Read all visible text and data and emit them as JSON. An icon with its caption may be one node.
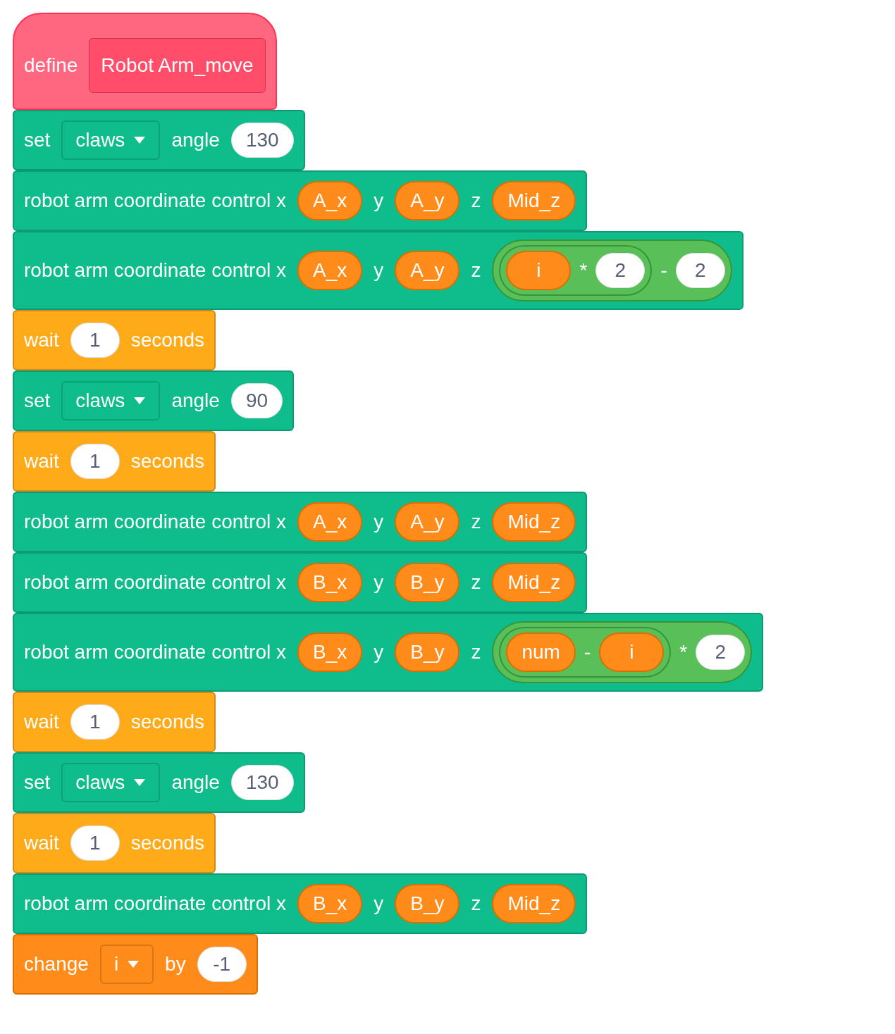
{
  "diagram": {
    "nodes": [
      {
        "text": [
          "define"
        ]
      },
      {
        "text": [
          "Robot Arm_move"
        ],
        "in": 0
      },
      {
        "text": [
          "set",
          "angle"
        ]
      },
      {
        "text": [
          "claws"
        ],
        "in": 2
      },
      {
        "text": [
          "130"
        ],
        "in": 2
      },
      {
        "text": [
          "robot arm coordinate control x",
          "y",
          "z"
        ]
      },
      {
        "text": [
          "A_x"
        ],
        "in": 5
      },
      {
        "text": [
          "A_y"
        ],
        "in": 5
      },
      {
        "text": [
          "Mid_z"
        ],
        "in": 5
      },
      {
        "text": [
          "robot arm coordinate control x",
          "y",
          "z"
        ]
      },
      {
        "text": [
          "A_x"
        ],
        "in": 9
      },
      {
        "text": [
          "A_y"
        ],
        "in": 9
      },
      {
        "text": [
          "-"
        ],
        "in": 9
      },
      {
        "text": [
          "*"
        ],
        "in": 12
      },
      {
        "text": [
          "i"
        ],
        "in": 13
      },
      {
        "text": [
          "2"
        ],
        "in": 13
      },
      {
        "text": [
          "2"
        ],
        "in": 12
      },
      {
        "text": [
          "wait",
          "seconds"
        ]
      },
      {
        "text": [
          "1"
        ],
        "in": 17
      },
      {
        "text": [
          "set",
          "angle"
        ]
      },
      {
        "text": [
          "claws"
        ],
        "in": 19
      },
      {
        "text": [
          "90"
        ],
        "in": 19
      },
      {
        "text": [
          "wait",
          "seconds"
        ]
      },
      {
        "text": [
          "1"
        ],
        "in": 22
      },
      {
        "text": [
          "robot arm coordinate control x",
          "y",
          "z"
        ]
      },
      {
        "text": [
          "A_x"
        ],
        "in": 24
      },
      {
        "text": [
          "A_y"
        ],
        "in": 24
      },
      {
        "text": [
          "Mid_z"
        ],
        "in": 24
      },
      {
        "text": [
          "robot arm coordinate control x",
          "y",
          "z"
        ]
      },
      {
        "text": [
          "B_x"
        ],
        "in": 28
      },
      {
        "text": [
          "B_y"
        ],
        "in": 28
      },
      {
        "text": [
          "Mid_z"
        ],
        "in": 28
      },
      {
        "text": [
          "robot arm coordinate control x",
          "y",
          "z"
        ]
      },
      {
        "text": [
          "B_x"
        ],
        "in": 32
      },
      {
        "text": [
          "B_y"
        ],
        "in": 32
      },
      {
        "text": [
          "*"
        ],
        "in": 32
      },
      {
        "text": [
          "-"
        ],
        "in": 35
      },
      {
        "text": [
          "num"
        ],
        "in": 36
      },
      {
        "text": [
          "i"
        ],
        "in": 36
      },
      {
        "text": [
          "2"
        ],
        "in": 35
      },
      {
        "text": [
          "wait",
          "seconds"
        ]
      },
      {
        "text": [
          "1"
        ],
        "in": 40
      },
      {
        "text": [
          "set",
          "angle"
        ]
      },
      {
        "text": [
          "claws"
        ],
        "in": 42
      },
      {
        "text": [
          "130"
        ],
        "in": 42
      },
      {
        "text": [
          "wait",
          "seconds"
        ]
      },
      {
        "text": [
          "1"
        ],
        "in": 45
      },
      {
        "text": [
          "robot arm coordinate control x",
          "y",
          "z"
        ]
      },
      {
        "text": [
          "B_x"
        ],
        "in": 47
      },
      {
        "text": [
          "B_y"
        ],
        "in": 47
      },
      {
        "text": [
          "Mid_z"
        ],
        "in": 47
      },
      {
        "text": [
          "change",
          "by"
        ]
      },
      {
        "text": [
          "i"
        ],
        "in": 51
      },
      {
        "text": [
          "-1"
        ],
        "in": 51
      }
    ]
  }
}
